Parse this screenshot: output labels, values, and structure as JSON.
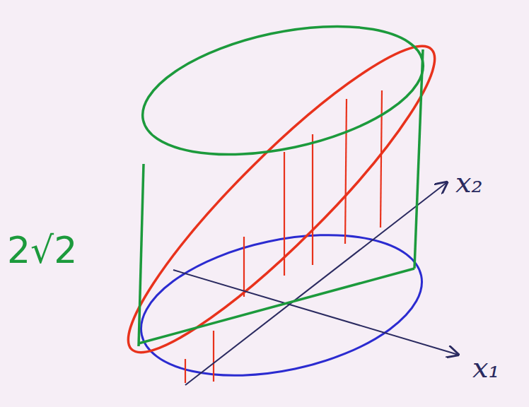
{
  "diagram": {
    "labels": [
      "2√2",
      "x₂",
      "x₁"
    ]
  }
}
